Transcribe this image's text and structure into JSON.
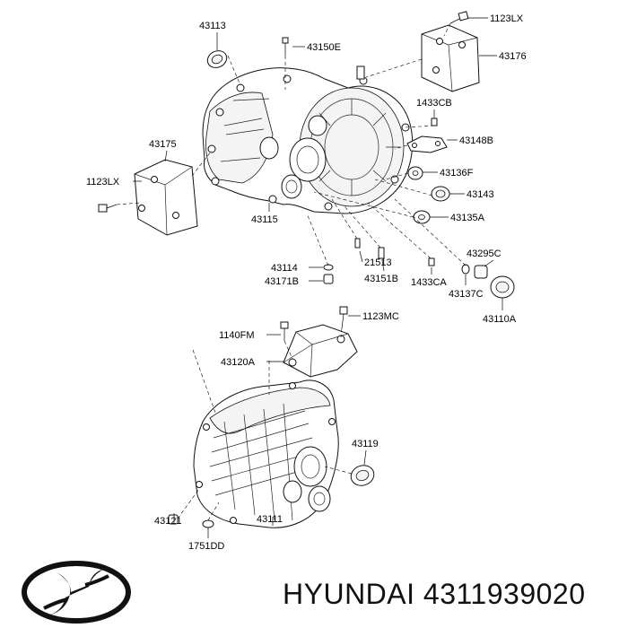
{
  "labels": {
    "p43113": "43113",
    "p43150E": "43150E",
    "p1123LX_top": "1123LX",
    "p43176": "43176",
    "p1433CB": "1433CB",
    "p43148B": "43148B",
    "p43175": "43175",
    "p1123LX_left": "1123LX",
    "p43136F": "43136F",
    "p43143": "43143",
    "p43115": "43115",
    "p43135A": "43135A",
    "p21513": "21513",
    "p43114": "43114",
    "p43171B": "43171B",
    "p43151B": "43151B",
    "p1433CA": "1433CA",
    "p43295C": "43295C",
    "p43137C": "43137C",
    "p43110A": "43110A",
    "p1140FM": "1140FM",
    "p1123MC": "1123MC",
    "p43120A": "43120A",
    "p43119": "43119",
    "p43121": "43121",
    "p1751DD": "1751DD",
    "p43111": "43111"
  },
  "brand": {
    "logo_icon": "hyundai-logo-icon",
    "caption": "HYUNDAI 4311939020"
  }
}
